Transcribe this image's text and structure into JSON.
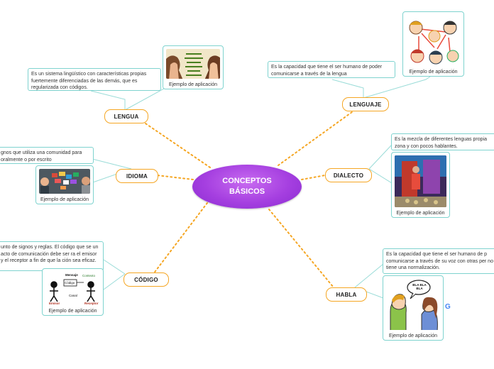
{
  "center": {
    "title": "CONCEPTOS BÁSICOS",
    "color": "#a53fe0"
  },
  "colors": {
    "topic_border": "#f5a623",
    "card_border": "#7fd3cf",
    "link": "#f5a623"
  },
  "nodes": {
    "lengua": {
      "label": "LENGUA",
      "description": "Es un sistema lingüístico con características propias fuertemente diferenciadas de las demás, que es regularizada con códigos.",
      "image_caption": "Ejemplo de aplicación"
    },
    "lenguaje": {
      "label": "LENGUAJE",
      "description": "Es la capacidad que tiene el ser humano de poder comunicarse a través de la lengua",
      "image_caption": "Ejemplo de aplicación"
    },
    "idioma": {
      "label": "IDIOMA",
      "description": "gnos que utiliza una comunidad para oralmente o por escrito",
      "image_caption": "Ejemplo de aplicación"
    },
    "dialecto": {
      "label": "DIALECTO",
      "description": "Es la mezcla de diferentes lenguas propia zona y con pocos hablantes.",
      "image_caption": "Ejemplo de aplicación"
    },
    "codigo": {
      "label": "CÓDIGO",
      "description": "unto de signos y reglas. El código que se un acto de comunicación debe ser ra el emisor y el receptor a fin de que la ción sea eficaz.",
      "image_caption": "Ejemplo de aplicación",
      "image_labels": {
        "emisor": "Emisor",
        "receptor": "Receptor",
        "mensaje": "Mensaje",
        "contexto": "Contexto",
        "codigo": "Código",
        "canal": "Canal"
      }
    },
    "habla": {
      "label": "HABLA",
      "description": "Es la capacidad que tiene el ser humano de p comunicarse a través de su voz con otras per no tiene una normalización.",
      "image_caption": "Ejemplo de aplicación",
      "bubble": "BLA BLA BLA"
    }
  },
  "icons": {
    "google": "G"
  }
}
